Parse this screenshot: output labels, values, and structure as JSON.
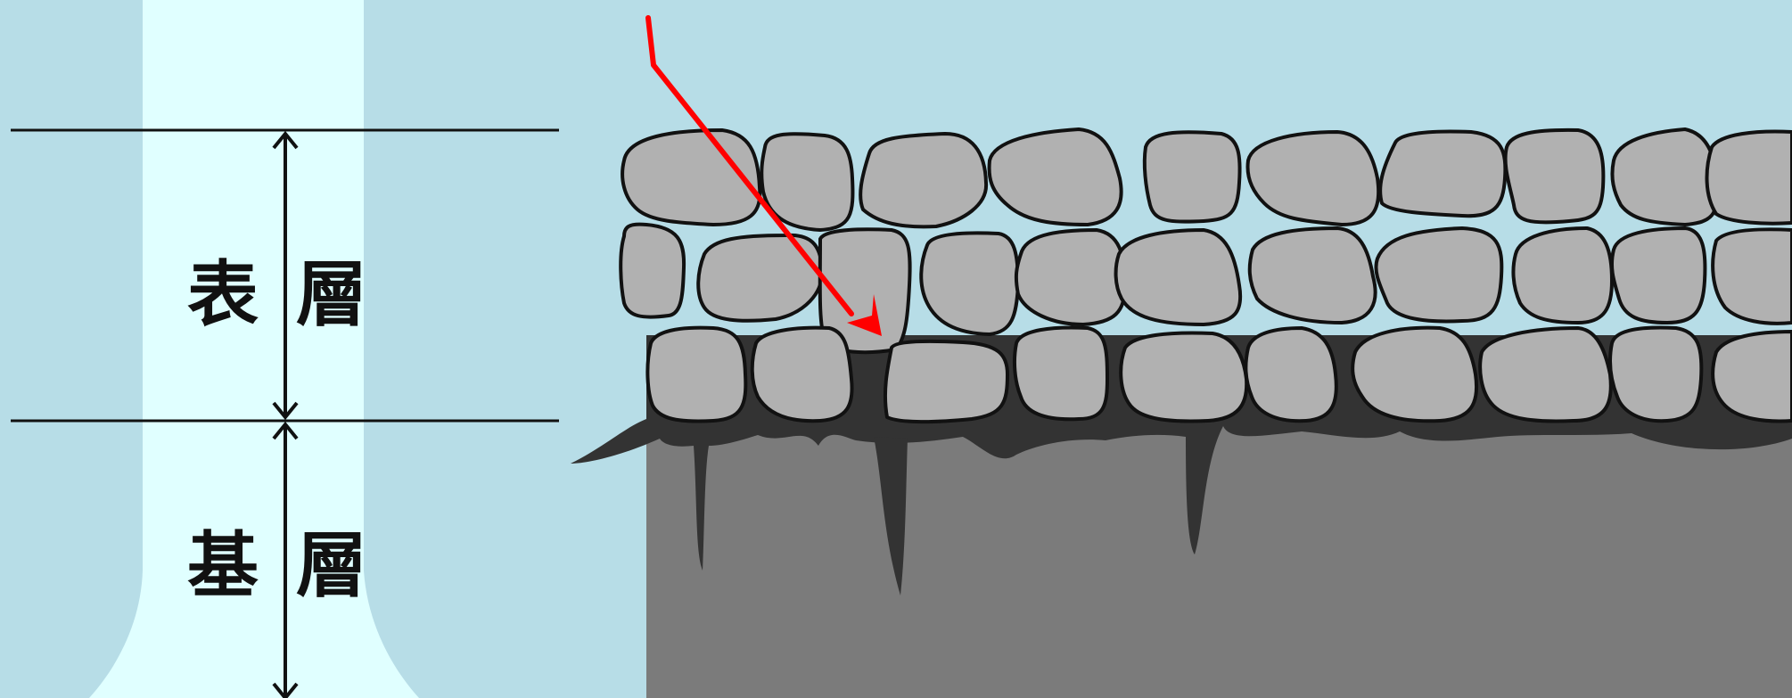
{
  "diagram": {
    "layers": [
      {
        "id": "surface",
        "char1": "表",
        "char2": "層"
      },
      {
        "id": "base",
        "char1": "基",
        "char2": "層"
      }
    ],
    "colors": {
      "background": "#b7dde7",
      "highlight_band": "#e0ffff",
      "stone_fill": "#b1b1b1",
      "stone_outline": "#111111",
      "bedding_layer": "#333333",
      "base_soil": "#7b7b7b",
      "arrow": "#ff0000",
      "lines": "#111111"
    },
    "icons": {
      "arrow": "red-arrow-icon",
      "dimension": "double-headed-arrow-icon"
    }
  }
}
